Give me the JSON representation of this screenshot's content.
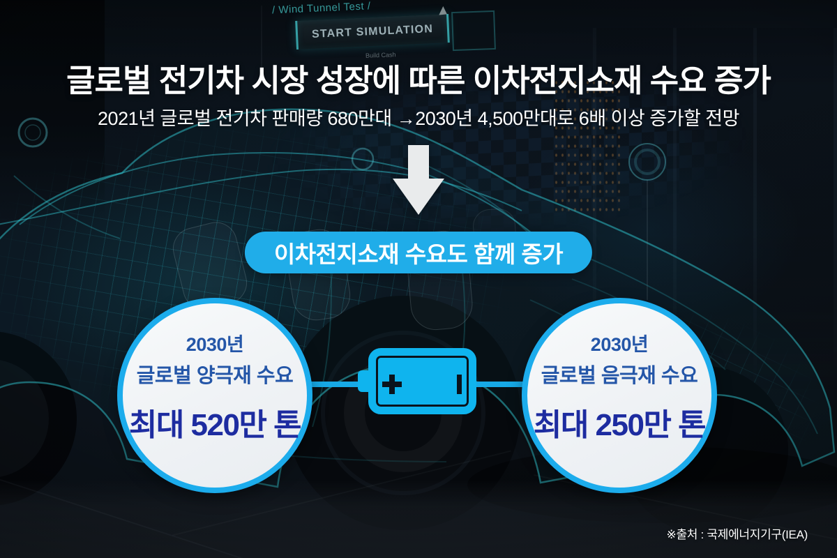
{
  "header": {
    "title": "글로벌 전기차 시장 성장에 따른 이차전지소재 수요 증가",
    "subtitle": "2021년 글로벌 전기차 판매량 680만대 →2030년 4,500만대로 6배 이상 증가할 전망"
  },
  "background_scene": {
    "wind_tunnel_label": "/ Wind Tunnel Test /",
    "start_simulation_label": "START SIMULATION",
    "build_cash_label": "Build Cash"
  },
  "highlight": {
    "pill_label": "이차전지소재 수요도 함께 증가"
  },
  "stats": {
    "cards": [
      {
        "id": "cathode-demand",
        "year": "2030년",
        "label": "글로벌 양극재 수요",
        "value": "최대 520만 톤"
      },
      {
        "id": "anode-demand",
        "year": "2030년",
        "label": "글로벌 음극재 수요",
        "value": "최대 250만 톤"
      }
    ]
  },
  "footer": {
    "source": "※출처 : 국제에너지기구(IEA)"
  },
  "icons": {
    "battery": "battery-icon",
    "down_arrow": "down-arrow-icon"
  },
  "colors": {
    "accent_cyan": "#1CACEC",
    "battery_cyan": "#0FB4EE",
    "pill_blue": "#20ADE9",
    "value_navy": "#1D2CA0",
    "label_blue": "#2456A8",
    "background_dark": "#0B1219",
    "text_white": "#FFFFFF"
  }
}
